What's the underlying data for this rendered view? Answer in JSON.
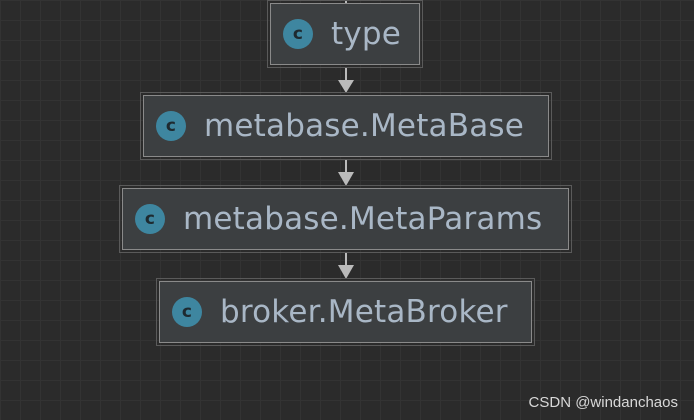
{
  "diagram": {
    "nodes": [
      {
        "id": "type",
        "label": "type",
        "icon": "class-icon",
        "icon_letter": "c"
      },
      {
        "id": "metabase",
        "label": "metabase.MetaBase",
        "icon": "class-icon",
        "icon_letter": "c"
      },
      {
        "id": "params",
        "label": "metabase.MetaParams",
        "icon": "class-icon",
        "icon_letter": "c"
      },
      {
        "id": "broker",
        "label": "broker.MetaBroker",
        "icon": "class-icon",
        "icon_letter": "c"
      }
    ],
    "edges": [
      {
        "from": "type",
        "to": "metabase"
      },
      {
        "from": "metabase",
        "to": "params"
      },
      {
        "from": "params",
        "to": "broker"
      }
    ]
  },
  "watermark": "CSDN @windanchaos",
  "colors": {
    "background": "#2b2b2b",
    "node_fill": "#3c3f41",
    "node_text": "#a9b7c6",
    "icon_fill": "#3e86a0",
    "edge": "#bbbbbb"
  }
}
